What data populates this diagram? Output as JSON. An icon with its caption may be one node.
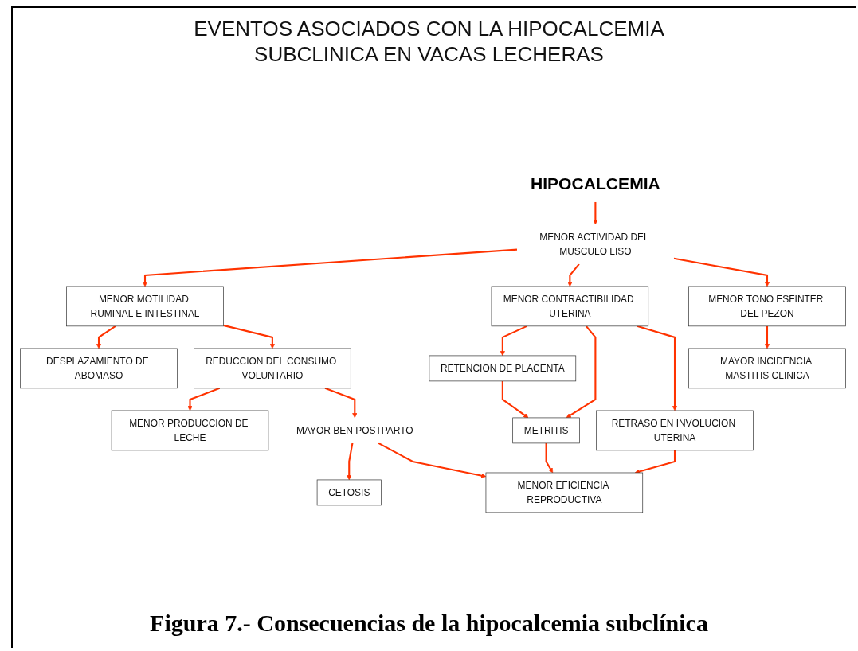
{
  "diagram": {
    "title": "EVENTOS ASOCIADOS CON LA HIPOCALCEMIA SUBCLINICA EN VACAS LECHERAS",
    "caption": "Figura 7.- Consecuencias de la hipocalcemia subclínica",
    "nodes": [
      {
        "text": [
          "HIPOCALCEMIA"
        ]
      },
      {
        "text": [
          "MENOR ACTIVIDAD DEL MUSCULO LISO"
        ]
      },
      {
        "text": [
          "MENOR MOTILIDAD RUMINAL E INTESTINAL"
        ]
      },
      {
        "text": [
          "MENOR CONTRACTIBILIDAD UTERINA"
        ]
      },
      {
        "text": [
          "MENOR TONO ESFINTER DEL PEZON"
        ]
      },
      {
        "text": [
          "DESPLAZAMIENTO DE ABOMASO"
        ]
      },
      {
        "text": [
          "RETENCION DE PLACENTA"
        ]
      },
      {
        "text": [
          "RETRASO EN INVOLUCION UTERINA"
        ]
      },
      {
        "text": [
          "REDUCCION DEL CONSUMO VOLUNTARIO"
        ]
      },
      {
        "text": [
          "METRITIS"
        ]
      },
      {
        "text": [
          "MAYOR BEN POSTPARTO"
        ]
      },
      {
        "text": [
          "MENOR PRODUCCION DE LECHE"
        ]
      },
      {
        "text": [
          "CETOSIS"
        ]
      },
      {
        "text": [
          "MENOR EFICIENCIA REPRODUCTIVA"
        ]
      },
      {
        "text": [
          "MAYOR INCIDENCIA MASTITIS CLINICA"
        ]
      }
    ],
    "edges": [
      {
        "from": 0,
        "to": 1,
        "arrow": "to"
      },
      {
        "from": 1,
        "to": 2,
        "arrow": "to"
      },
      {
        "from": 1,
        "to": 3,
        "arrow": "to"
      },
      {
        "from": 1,
        "to": 4,
        "arrow": "to"
      },
      {
        "from": 2,
        "to": 5,
        "arrow": "to"
      },
      {
        "from": 2,
        "to": 8,
        "arrow": "to"
      },
      {
        "from": 3,
        "to": 6,
        "arrow": "to"
      },
      {
        "from": 3,
        "to": 9,
        "arrow": "to"
      },
      {
        "from": 3,
        "to": 7,
        "arrow": "to"
      },
      {
        "from": 6,
        "to": 9,
        "arrow": "to"
      },
      {
        "from": 4,
        "to": 14,
        "arrow": "to"
      },
      {
        "from": 8,
        "to": 11,
        "arrow": "to"
      },
      {
        "from": 8,
        "to": 10,
        "arrow": "to"
      },
      {
        "from": 10,
        "to": 12,
        "arrow": "to"
      },
      {
        "from": 10,
        "to": 13,
        "arrow": "to"
      },
      {
        "from": 9,
        "to": 13,
        "arrow": "to"
      },
      {
        "from": 7,
        "to": 13,
        "arrow": "to"
      }
    ]
  }
}
